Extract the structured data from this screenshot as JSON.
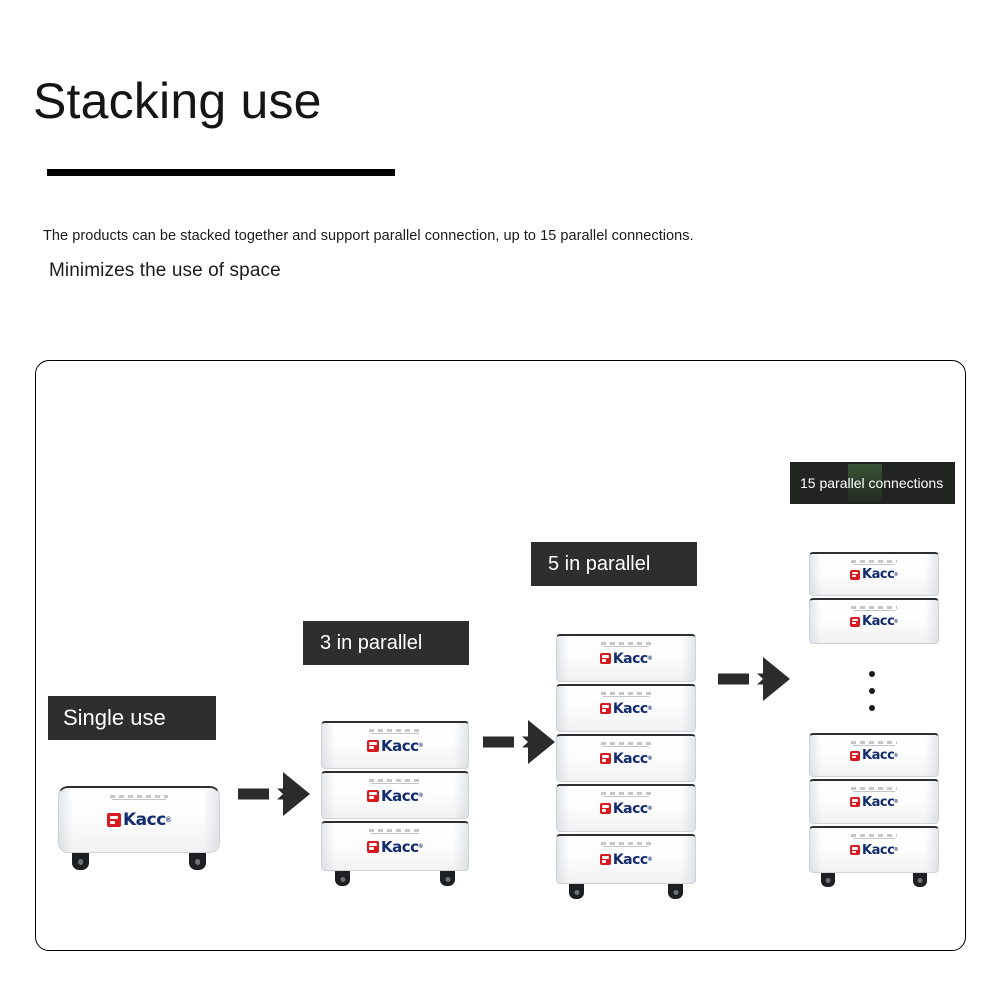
{
  "header": {
    "title": "Stacking use",
    "intro": "The products can be stacked together and support parallel connection, up to 15 parallel connections.",
    "subtitle": "Minimizes the use of space"
  },
  "colors": {
    "badge_bg": "#2e2e2e",
    "badge_bg_dark": "#222421",
    "badge_text": "#ffffff",
    "arrow": "#2b2b2b",
    "logo_red": "#d71920",
    "logo_navy": "#132c6e",
    "module_body": "#ffffff",
    "module_top_edge": "#2c2f33",
    "frame_border": "#000000"
  },
  "brand": {
    "emblem": "kacc-emblem-icon",
    "wordmark": "Kacc",
    "trademark": "®"
  },
  "diagram": {
    "stages": [
      {
        "id": "single",
        "badge": "Single use",
        "module_count": 1,
        "has_wheels": true,
        "has_ellipsis": false
      },
      {
        "id": "three",
        "badge": "3 in parallel",
        "module_count": 3,
        "has_wheels": true,
        "has_ellipsis": false
      },
      {
        "id": "five",
        "badge": "5 in parallel",
        "module_count": 5,
        "has_wheels": true,
        "has_ellipsis": false
      },
      {
        "id": "fifteen",
        "badge": "15 parallel connections",
        "module_count": 5,
        "top_group_count": 2,
        "bottom_group_count": 3,
        "has_wheels": true,
        "has_ellipsis": true,
        "ellipsis": "vertical-ellipsis"
      }
    ],
    "arrows": [
      {
        "id": "arrow-single-to-three",
        "direction": "right"
      },
      {
        "id": "arrow-three-to-five",
        "direction": "right"
      },
      {
        "id": "arrow-five-to-fifteen",
        "direction": "right"
      }
    ]
  }
}
